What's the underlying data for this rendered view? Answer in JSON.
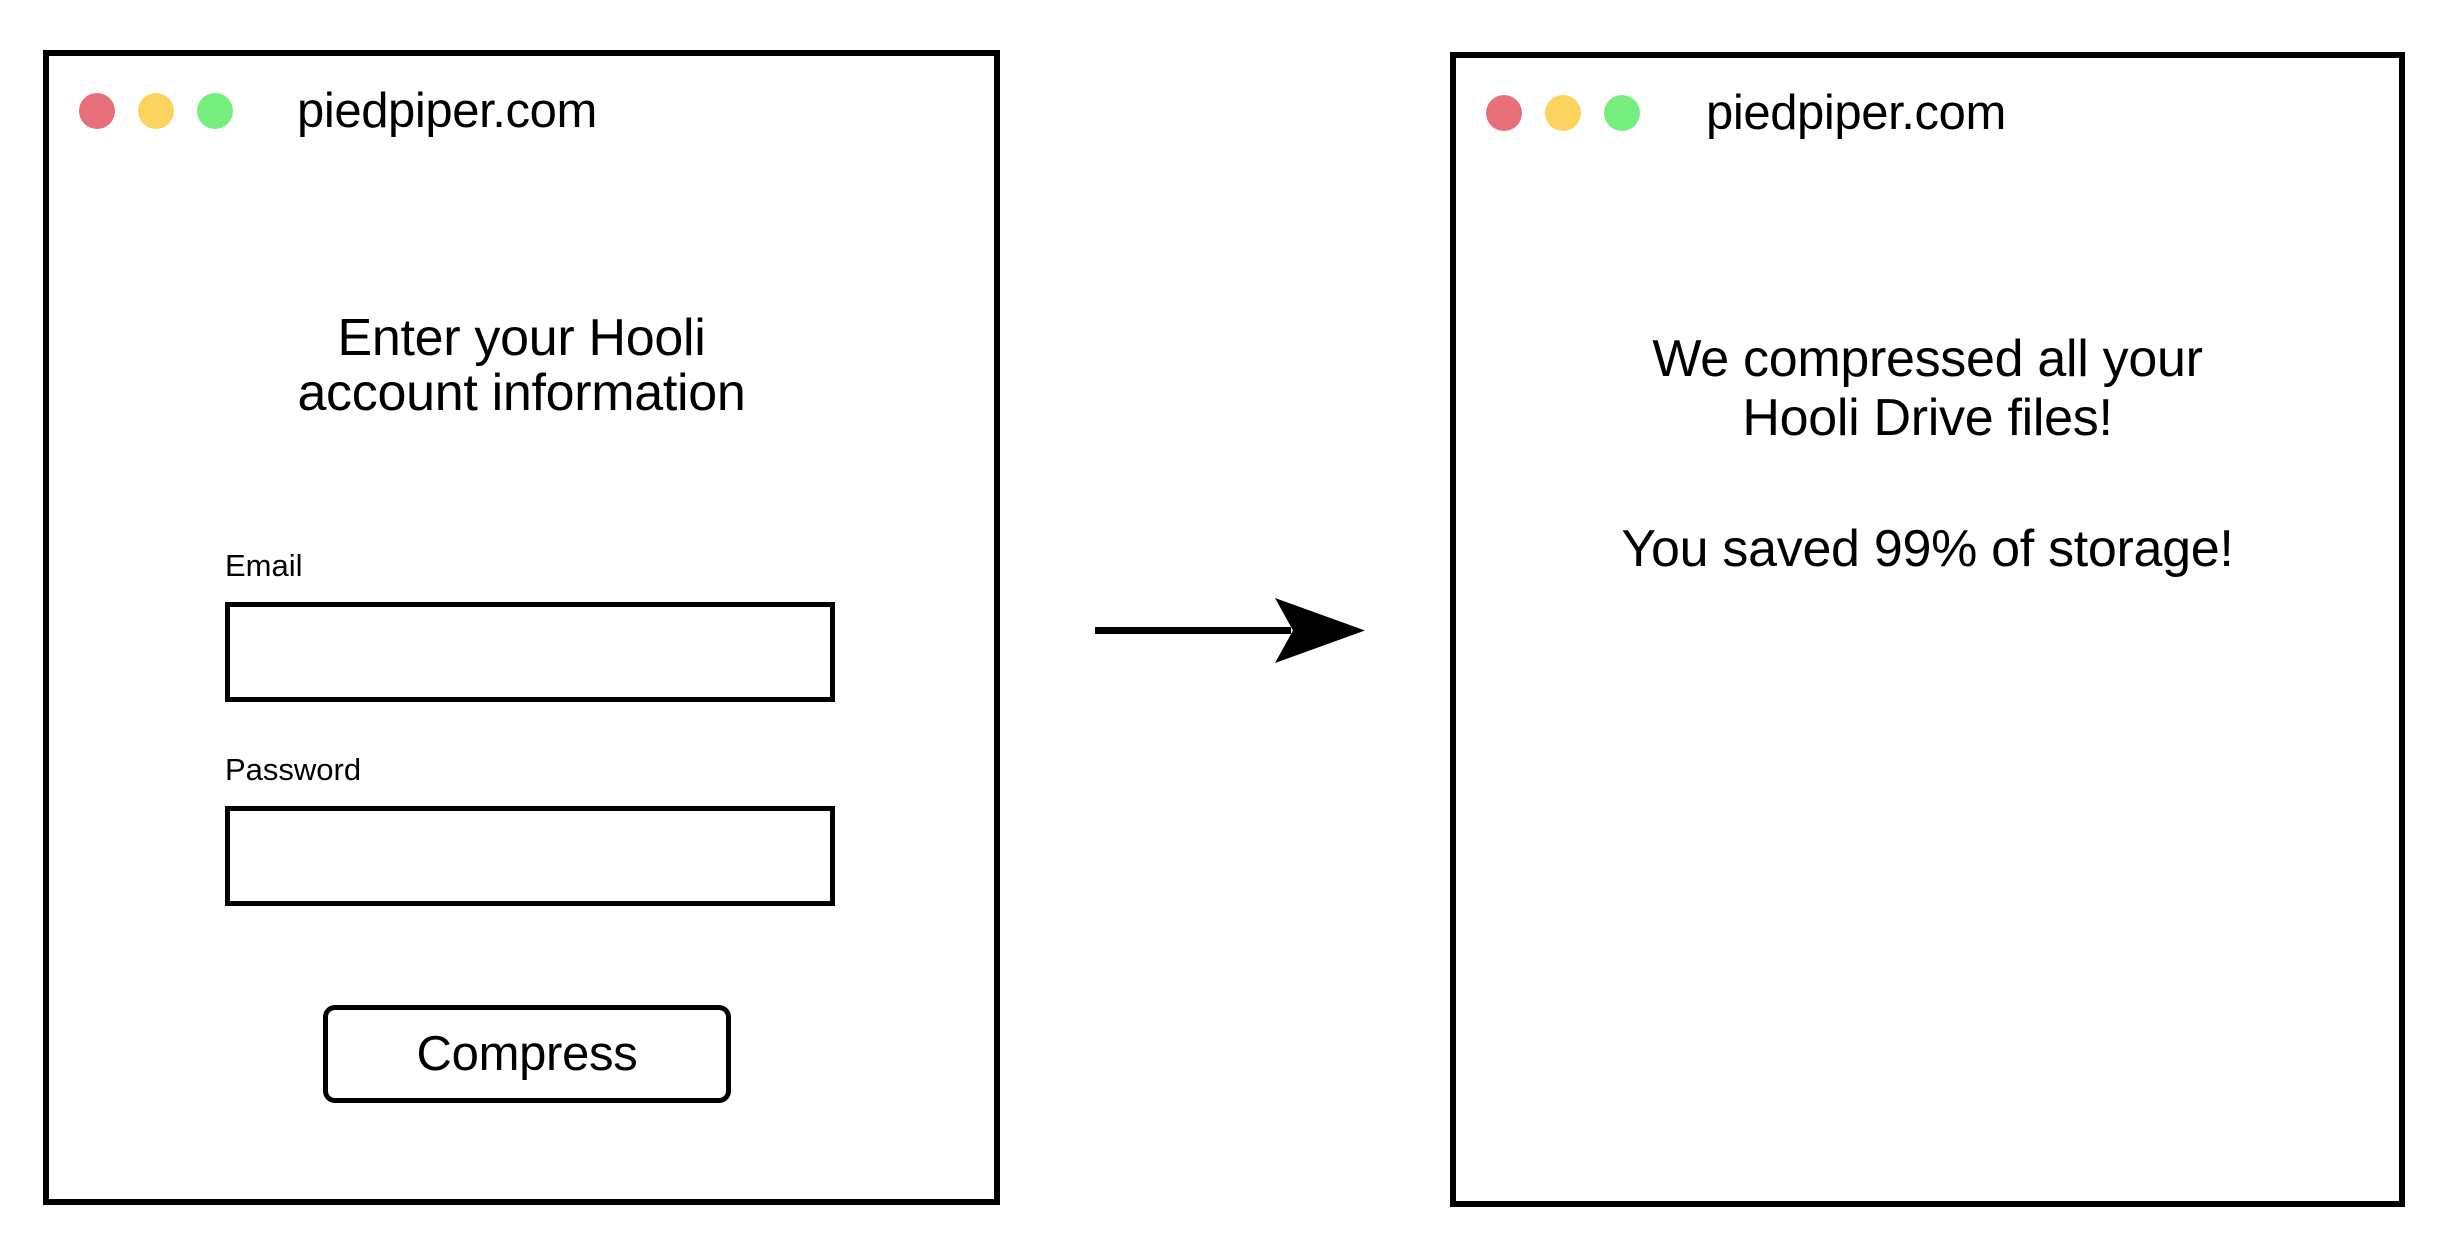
{
  "canvas": {
    "background": "#ffffff",
    "ink": "#000000"
  },
  "colors": {
    "traffic_red": "#E8707A",
    "traffic_yellow": "#FBD35E",
    "traffic_green": "#76EE7D",
    "border": "#000000",
    "text": "#000000"
  },
  "windows": {
    "before": {
      "title": "piedpiper.com",
      "traffic_lights": [
        {
          "name": "close",
          "color": "#E8707A"
        },
        {
          "name": "minimize",
          "color": "#FBD35E"
        },
        {
          "name": "maximize",
          "color": "#76EE7D"
        }
      ],
      "heading": "Enter your Hooli\naccount information",
      "fields": [
        {
          "id": "email",
          "label": "Email",
          "value": "",
          "placeholder": ""
        },
        {
          "id": "password",
          "label": "Password",
          "value": "",
          "placeholder": ""
        }
      ],
      "submit_label": "Compress"
    },
    "after": {
      "title": "piedpiper.com",
      "traffic_lights": [
        {
          "name": "close",
          "color": "#E8707A"
        },
        {
          "name": "minimize",
          "color": "#FBD35E"
        },
        {
          "name": "maximize",
          "color": "#76EE7D"
        }
      ],
      "message_primary": "We compressed all your\nHooli Drive files!",
      "message_secondary": "You saved 99% of storage!"
    }
  },
  "connector": {
    "icon": "arrow-right-icon",
    "direction": "right",
    "color": "#000000"
  }
}
